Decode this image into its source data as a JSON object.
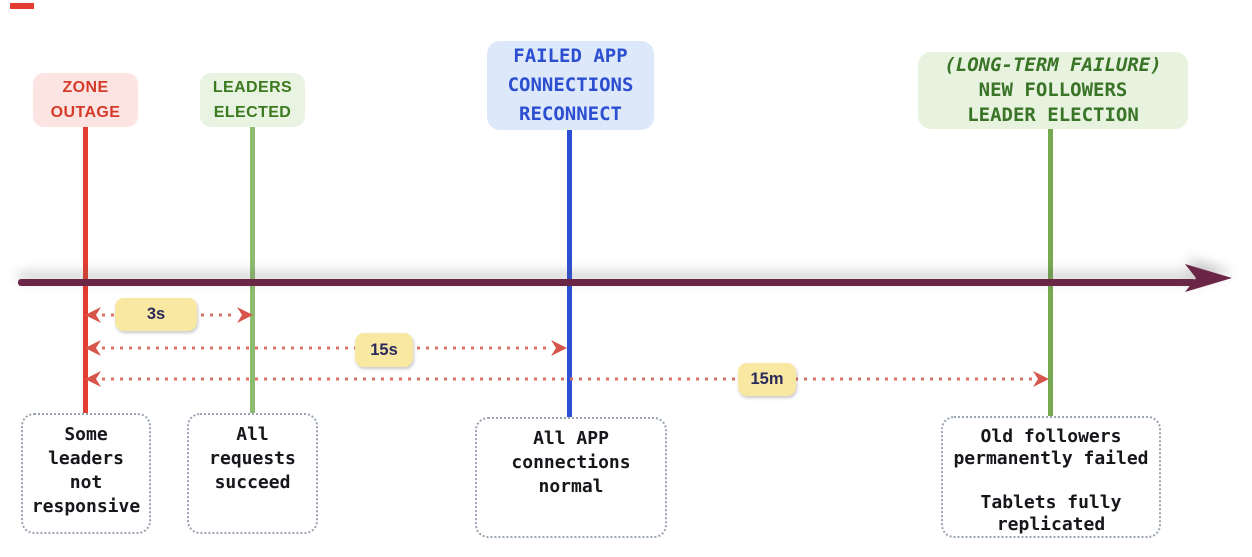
{
  "timeline": {
    "direction": "left-to-right",
    "color": "#6b2547"
  },
  "events": [
    {
      "id": "zone-outage",
      "badge_lines": [
        "ZONE",
        "OUTAGE"
      ],
      "badge_text_color": "#d63a2a",
      "badge_bg": "#fbe4e1",
      "line_color": "#e23d30",
      "note_lines": [
        "Some",
        "leaders",
        "not",
        "responsive"
      ]
    },
    {
      "id": "leaders-elected",
      "badge_lines": [
        "LEADERS",
        "ELECTED"
      ],
      "badge_text_color": "#3b7a1f",
      "badge_bg": "#e9f3e2",
      "line_color": "#8cbd6e",
      "note_lines": [
        "All",
        "requests",
        "succeed"
      ]
    },
    {
      "id": "failed-app-connections-reconnect",
      "badge_lines": [
        "FAILED APP",
        "CONNECTIONS",
        "RECONNECT"
      ],
      "badge_text_color": "#2b4fd0",
      "badge_bg": "#dee8fb",
      "line_color": "#2d4fd3",
      "note_lines": [
        "All APP",
        "connections",
        "normal"
      ]
    },
    {
      "id": "new-followers-leader-election",
      "badge_lines": [
        "(LONG-TERM FAILURE)",
        "NEW FOLLOWERS",
        "LEADER ELECTION"
      ],
      "badge_text_color": "#3a7427",
      "badge_bg": "#e7f2df",
      "line_color": "#76a951",
      "note_lines": [
        "Old followers",
        "permanently failed",
        "",
        "Tablets fully",
        "replicated"
      ]
    }
  ],
  "durations": [
    {
      "label": "3s",
      "from": "zone-outage",
      "to": "leaders-elected"
    },
    {
      "label": "15s",
      "from": "zone-outage",
      "to": "failed-app-connections-reconnect"
    },
    {
      "label": "15m",
      "from": "zone-outage",
      "to": "new-followers-leader-election"
    }
  ],
  "duration_style": {
    "chip_bg": "#f8e8a1",
    "chip_text_color": "#2c2a5c",
    "arrow_color": "#de7166",
    "arrowhead_color": "#d6564b"
  }
}
